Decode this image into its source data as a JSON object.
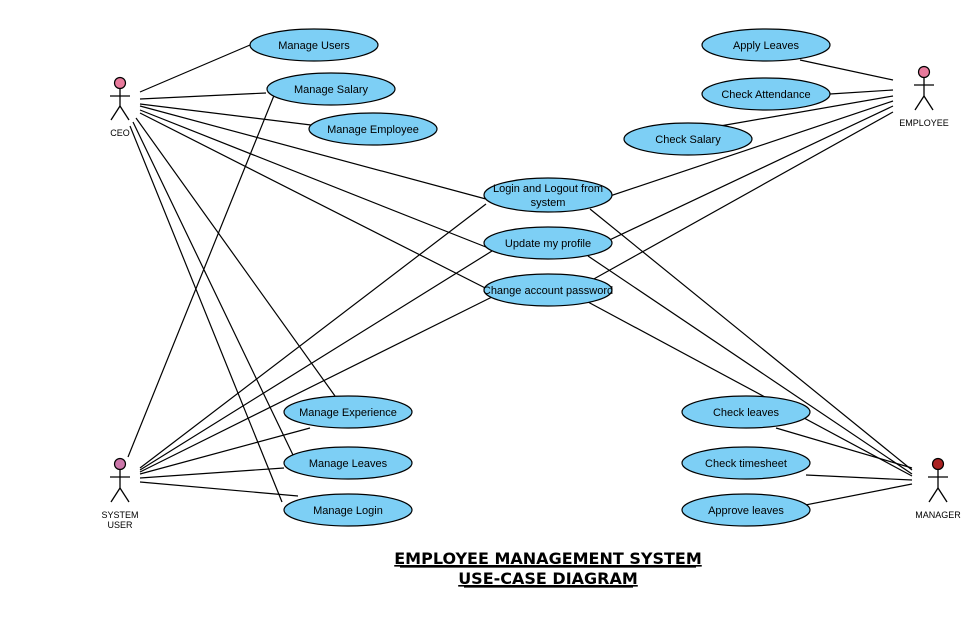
{
  "colors": {
    "usecase_fill": "#7dcff5",
    "line": "#000000",
    "ceo_head": "#e87a9c",
    "employee_head": "#e87a9c",
    "system_user_head": "#cc77aa",
    "manager_head": "#aa2222"
  },
  "diagram": {
    "title_line1": "EMPLOYEE MANAGEMENT SYSTEM",
    "title_line2": "USE-CASE DIAGRAM",
    "actors": {
      "ceo": {
        "label": "CEO"
      },
      "employee": {
        "label": "EMPLOYEE"
      },
      "system_user": {
        "label_line1": "SYSTEM",
        "label_line2": "USER"
      },
      "manager": {
        "label": "MANAGER"
      }
    },
    "use_cases": {
      "manage_users": "Manage Users",
      "manage_salary": "Manage Salary",
      "manage_employee": "Manage Employee",
      "apply_leaves": "Apply Leaves",
      "check_attendance": "Check Attendance",
      "check_salary": "Check Salary",
      "login_logout_line1": "Login and Logout from",
      "login_logout_line2": "system",
      "update_profile": "Update my profile",
      "change_password": "Change account password",
      "manage_experience": "Manage Experience",
      "manage_leaves": "Manage Leaves",
      "manage_login": "Manage Login",
      "check_leaves": "Check leaves",
      "check_timesheet": "Check timesheet",
      "approve_leaves": "Approve leaves"
    }
  }
}
